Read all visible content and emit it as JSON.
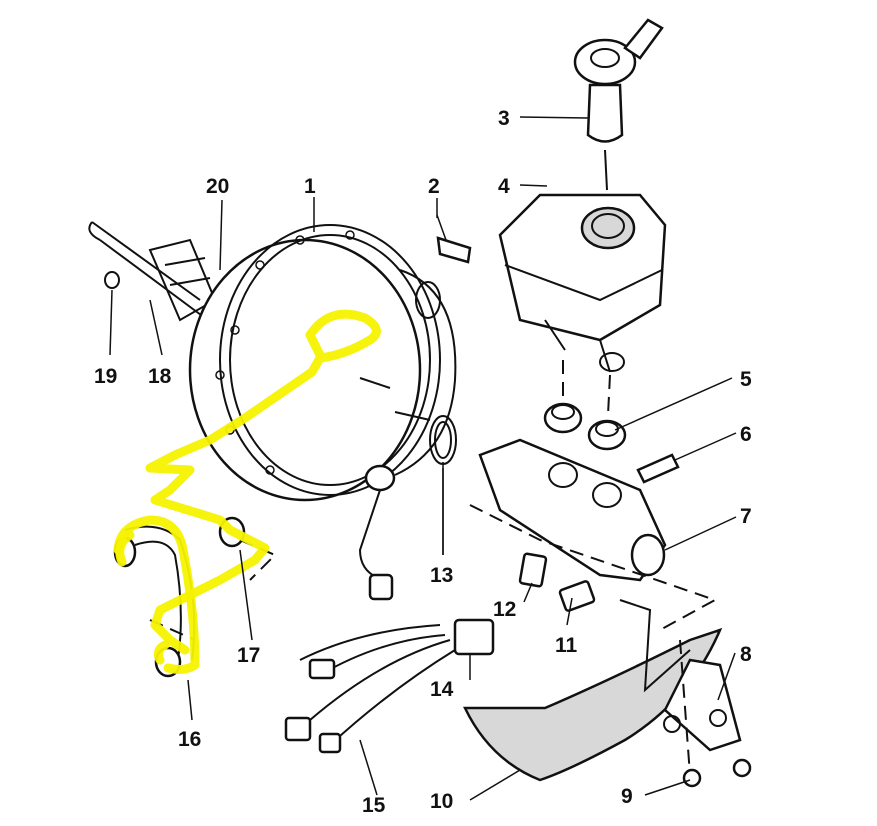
{
  "diagram": {
    "callouts": {
      "c1": "1",
      "c2": "2",
      "c3": "3",
      "c4": "4",
      "c5": "5",
      "c6": "6",
      "c7": "7",
      "c8": "8",
      "c9": "9",
      "c10": "10",
      "c11": "11",
      "c12": "12",
      "c13": "13",
      "c14": "14",
      "c15": "15",
      "c16": "16",
      "c17": "17",
      "c18": "18",
      "c19": "19",
      "c20": "20"
    },
    "highlight_color": "#f5f200"
  }
}
